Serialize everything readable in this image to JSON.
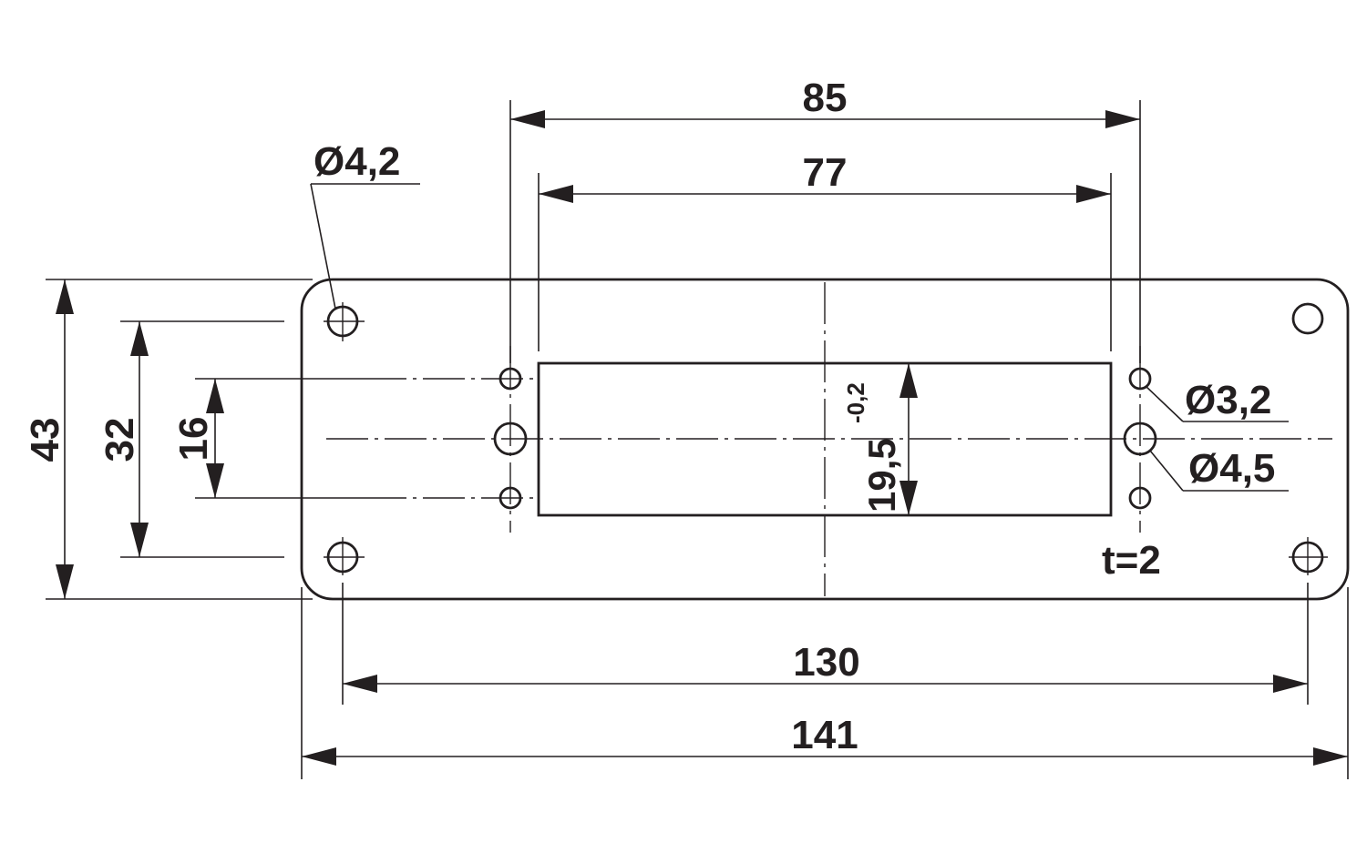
{
  "drawing": {
    "dimensions": {
      "width_outer": "141",
      "width_holes": "130",
      "cutout_span": "85",
      "cutout_width": "77",
      "height_outer": "43",
      "height_holes": "32",
      "height_small_holes": "16",
      "cutout_height": "19,5",
      "cutout_height_tolerance": "-0,2"
    },
    "callouts": {
      "corner_hole": "Ø4,2",
      "small_hole": "Ø3,2",
      "medium_hole": "Ø4,5",
      "thickness": "t=2"
    },
    "colors": {
      "ink": "#231f20",
      "background": "#ffffff"
    }
  }
}
